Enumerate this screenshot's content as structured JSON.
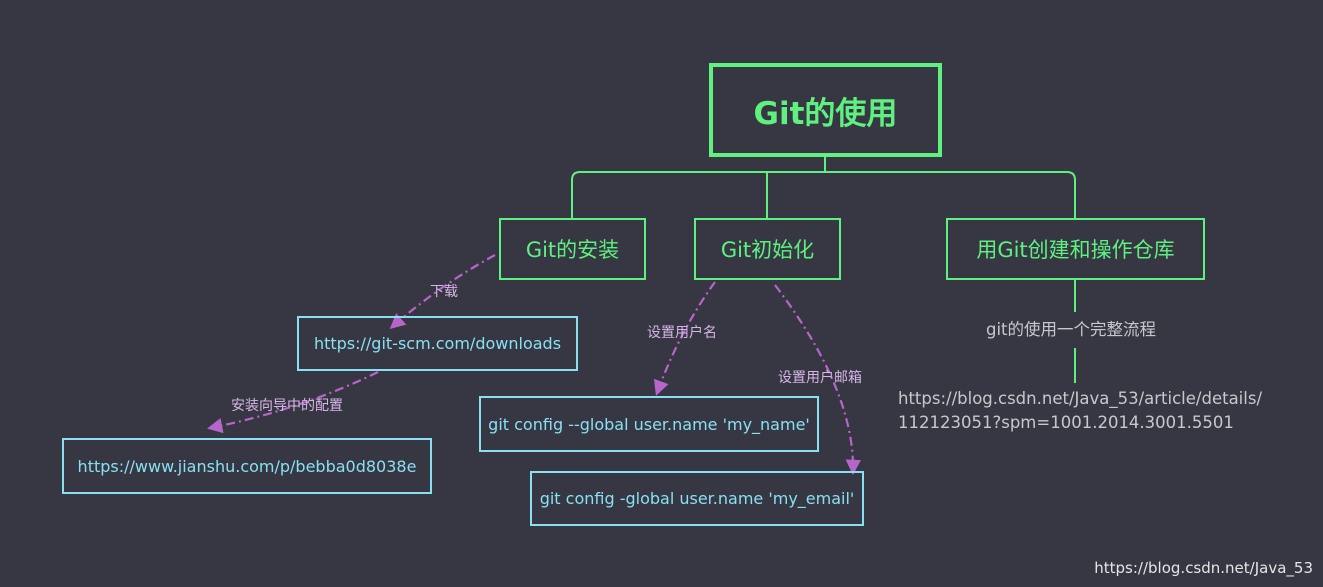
{
  "root": {
    "label": "Git的使用"
  },
  "branches": {
    "install": {
      "label": "Git的安装"
    },
    "init": {
      "label": "Git初始化"
    },
    "repo": {
      "label": "用Git创建和操作仓库"
    }
  },
  "leaves": {
    "download_url": "https://git-scm.com/downloads",
    "jianshu_url": "https://www.jianshu.com/p/bebba0d8038e",
    "config_name": "git config --global user.name 'my_name'",
    "config_email": "git config -global user.name 'my_email'"
  },
  "edge_labels": {
    "download": "下载",
    "install_wizard": "安装向导中的配置",
    "set_username": "设置用户名",
    "set_email": "设置用户邮箱"
  },
  "repo_note": {
    "title": "git的使用一个完整流程",
    "url_line1": "https://blog.csdn.net/Java_53/article/details/",
    "url_line2": "112123051?spm=1001.2014.3001.5501"
  },
  "watermark": "https://blog.csdn.net/Java_53",
  "colors": {
    "background": "#363743",
    "tree_green": "#5ef17f",
    "leaf_cyan": "#88e0f2",
    "arrow_purple": "#b765c9",
    "edge_label": "#d6b6e6",
    "note_text": "#c8c8cc"
  }
}
